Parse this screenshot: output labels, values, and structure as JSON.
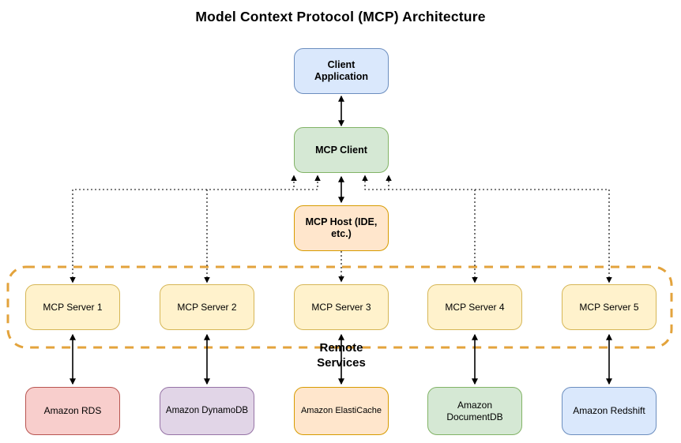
{
  "title": "Model Context Protocol (MCP) Architecture",
  "group": {
    "label": "Remote\nServices",
    "border_color": "#E3A33C"
  },
  "nodes": {
    "client_app": {
      "label": "Client\nApplication",
      "fill": "#DAE8FC",
      "stroke": "#6C8EBF"
    },
    "mcp_client": {
      "label": "MCP Client",
      "fill": "#D5E8D4",
      "stroke": "#82B366"
    },
    "mcp_host": {
      "label": "MCP Host (IDE,\netc.)",
      "fill": "#FFE6CC",
      "stroke": "#D79B00"
    }
  },
  "server_style": {
    "fill": "#FFF2CC",
    "stroke": "#D6B656"
  },
  "servers": [
    {
      "label": "MCP Server 1"
    },
    {
      "label": "MCP Server 2"
    },
    {
      "label": "MCP Server 3"
    },
    {
      "label": "MCP Server 4"
    },
    {
      "label": "MCP Server 5"
    }
  ],
  "services": [
    {
      "label": "Amazon RDS",
      "fill": "#F8CECC",
      "stroke": "#B85450"
    },
    {
      "label": "Amazon DynamoDB",
      "fill": "#E1D5E7",
      "stroke": "#9673A6"
    },
    {
      "label": "Amazon ElastiCache",
      "fill": "#FFE6CC",
      "stroke": "#D79B00"
    },
    {
      "label": "Amazon\nDocumentDB",
      "fill": "#D5E8D4",
      "stroke": "#82B366"
    },
    {
      "label": "Amazon Redshift",
      "fill": "#DAE8FC",
      "stroke": "#6C8EBF"
    }
  ],
  "connector_color": "#000000"
}
